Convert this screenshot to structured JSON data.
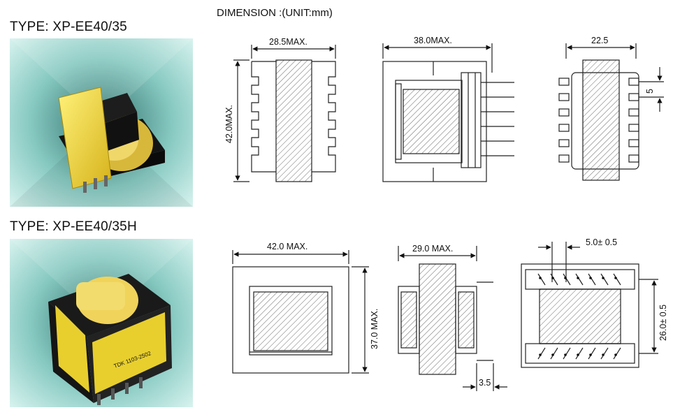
{
  "header": {
    "dimension_title": "DIMENSION :(UNIT:mm)"
  },
  "products": [
    {
      "type_label": "TYPE:  XP-EE40/35",
      "drawings": {
        "front": {
          "width": "28.5MAX.",
          "height": "42.0MAX."
        },
        "side": {
          "width": "38.0MAX."
        },
        "bottom": {
          "width": "22.5",
          "pitch": "5"
        }
      }
    },
    {
      "type_label": "TYPE:  XP-EE40/35H",
      "photo_marking": "TDK 1103-2502",
      "drawings": {
        "front": {
          "width": "42.0 MAX.",
          "height": "37.0 MAX."
        },
        "side": {
          "width": "29.0 MAX.",
          "pin_offset": "3.5"
        },
        "bottom": {
          "pitch": "5.0± 0.5",
          "row_spacing": "26.0± 0.5"
        }
      }
    }
  ],
  "colors": {
    "photo_bg_center": "#3f8c86",
    "photo_bg_edge": "#cfeeea",
    "tape_yellow": "#f2df3a",
    "core_dark": "#1c1c1c",
    "line": "#222222"
  }
}
